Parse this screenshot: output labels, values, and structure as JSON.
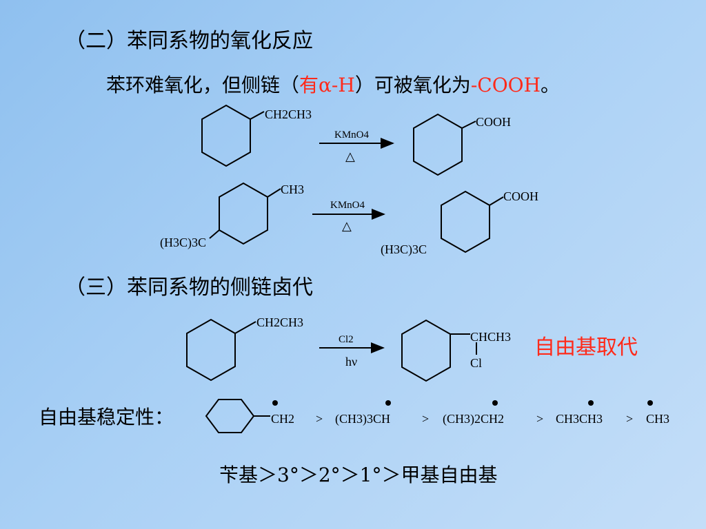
{
  "s2": {
    "title": "（二）苯同系物的氧化反应",
    "intro": "苯环难氧化，但侧链（",
    "intro_red1": "有α-H",
    "intro_mid": "）可被氧化为",
    "intro_red2": "-COOH",
    "intro_end": "。"
  },
  "r1": {
    "sub": "CH2CH3",
    "reag": "KMnO4",
    "cond": "△",
    "prod": "COOH"
  },
  "r2": {
    "sub_top": "CH3",
    "sub_left": "(H3C)3C",
    "reag": "KMnO4",
    "cond": "△",
    "prod": "COOH",
    "prod_left": "(H3C)3C"
  },
  "s3": {
    "title": "（三）苯同系物的侧链卤代"
  },
  "r3": {
    "sub": "CH2CH3",
    "reag": "Cl2",
    "cond": "hν",
    "prod_top": "CHCH3",
    "prod_bot": "Cl",
    "note": "自由基取代"
  },
  "stab": {
    "label": "自由基稳定性：",
    "items": [
      "CH2",
      ">",
      "(CH3)3CH",
      ">",
      "(CH3)2CH2",
      ">",
      "CH3CH3",
      ">",
      "CH3"
    ]
  },
  "order": "苄基＞3°＞2°＞1°＞甲基自由基",
  "colors": {
    "accent": "#ff2a1a"
  }
}
